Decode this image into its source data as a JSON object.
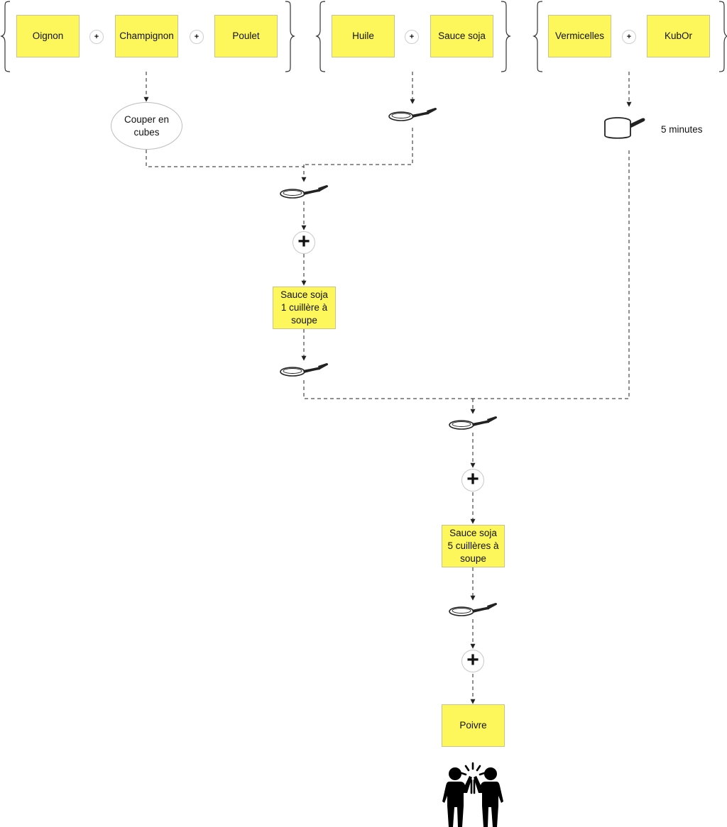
{
  "groups": [
    {
      "ingredients": [
        "Oignon",
        "Champignon",
        "Poulet"
      ],
      "plus_symbol": "+"
    },
    {
      "ingredients": [
        "Huile",
        "Sauce soja"
      ],
      "plus_symbol": "+"
    },
    {
      "ingredients": [
        "Vermicelles",
        "KubOr"
      ],
      "plus_symbol": "+"
    }
  ],
  "steps": {
    "cut": {
      "line1": "Couper en",
      "line2": "cubes"
    },
    "pot_time": "5 minutes",
    "soy_1": {
      "line1": "Sauce soja",
      "line2": "1 cuillère à",
      "line3": "soupe"
    },
    "soy_2": {
      "line1": "Sauce soja",
      "line2": "5 cuillères à",
      "line3": "soupe"
    },
    "pepper": "Poivre",
    "add_symbol": "+"
  },
  "icons": {
    "pan": "frying-pan-icon",
    "pot": "saucepan-icon",
    "finish": "high-five-icon"
  },
  "colors": {
    "note_fill": "#fdf75b",
    "line": "#333333"
  }
}
